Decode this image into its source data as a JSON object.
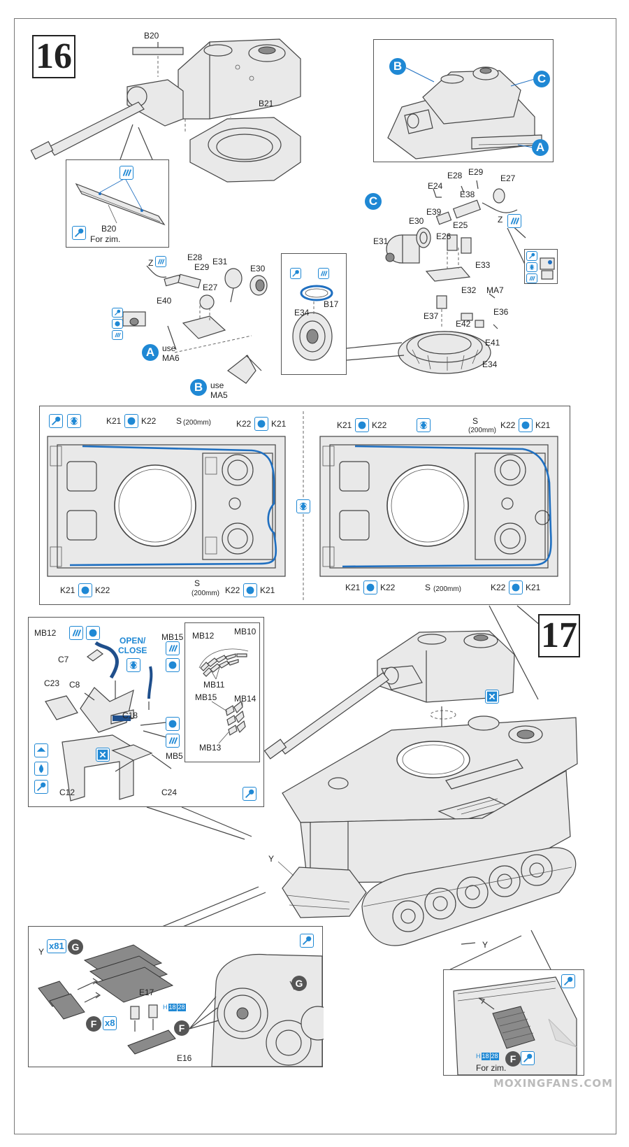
{
  "steps": {
    "step16": "16",
    "step17": "17"
  },
  "step16": {
    "barrel_panel": {
      "b20": "B20",
      "b21": "B21"
    },
    "zim_inset": {
      "part": "B20",
      "note": "For zim."
    },
    "cupola_inset": {
      "b": "B",
      "c": "C",
      "a": "A"
    },
    "hatch_assembly": {
      "c_marker": "C",
      "parts": [
        "E28",
        "E29",
        "E27",
        "E24",
        "E38",
        "E39",
        "E25",
        "E30",
        "E26",
        "E31",
        "E33",
        "E32",
        "MA7",
        "E37",
        "E36",
        "E42",
        "E41",
        "E34"
      ],
      "z": "Z"
    },
    "periscope_assembly": {
      "parts": [
        "Z",
        "E28",
        "E29",
        "E31",
        "E30",
        "E27",
        "E40"
      ],
      "a_marker": "A",
      "a_use": "use",
      "a_ma": "MA6",
      "b_marker": "B",
      "b_use": "use",
      "b_ma": "MA5"
    },
    "ring_inset": {
      "b17": "B17",
      "e34": "E34"
    }
  },
  "hull_top": {
    "left": {
      "k21": "K21",
      "k22": "K22",
      "s": "S",
      "s_len": "(200mm)"
    },
    "right": {
      "k21": "K21",
      "k22": "K22",
      "s": "S",
      "s_len": "(200mm)"
    }
  },
  "step17": {
    "bracket_panel": {
      "parts": [
        "MB12",
        "C7",
        "C23",
        "C8",
        "C18",
        "C12",
        "C24",
        "MB5",
        "MB15"
      ],
      "open_close_1": "OPEN/",
      "open_close_2": "CLOSE"
    },
    "links_inset": {
      "parts": [
        "MB12",
        "MB10",
        "MB11",
        "MB15",
        "MB14",
        "MB13"
      ]
    },
    "tank_labels": {
      "y1": "Y",
      "y2": "Y"
    },
    "track_panel": {
      "y": "Y",
      "g_count": "81",
      "g": "G",
      "f": "F",
      "f_count": "8",
      "e17": "E17",
      "e16": "E16",
      "h_prefix": "H",
      "h_codes": [
        "18",
        "28"
      ]
    },
    "zim_detail": {
      "h_prefix": "H",
      "h_codes": [
        "18",
        "28"
      ],
      "f": "F",
      "note": "For zim."
    }
  },
  "watermark": "MOXINGFANS.COM",
  "colors": {
    "accent": "#1f88d4",
    "wire": "#1f6fc0"
  },
  "icons": [
    "cement-icon",
    "paint-icon",
    "symmetric-icon",
    "remove-icon",
    "adjust-icon",
    "drill-icon",
    "top-view-icon"
  ]
}
